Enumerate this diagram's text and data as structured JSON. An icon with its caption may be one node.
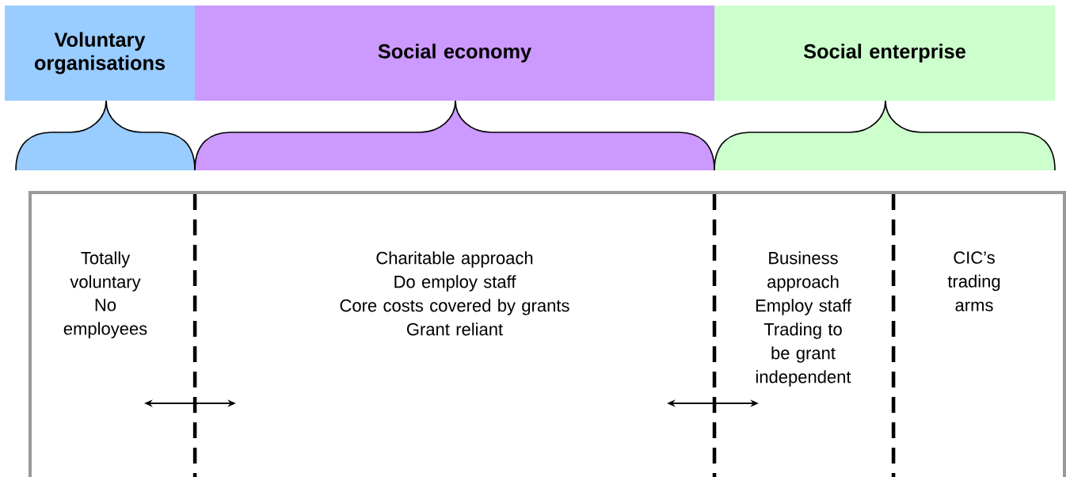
{
  "diagram": {
    "nodes": [
      {
        "text": [
          "Voluntary organisations"
        ]
      },
      {
        "text": [
          "Social economy"
        ]
      },
      {
        "text": [
          "Social enterprise"
        ]
      }
    ],
    "edges": [],
    "labels": [
      "Totally voluntary",
      "No employees",
      "Charitable approach",
      "Do employ staff",
      "Core costs covered by grants",
      "Grant reliant",
      "Business approach",
      "Employ staff",
      "Trading to be grant independent",
      "CIC’s trading arms"
    ]
  }
}
